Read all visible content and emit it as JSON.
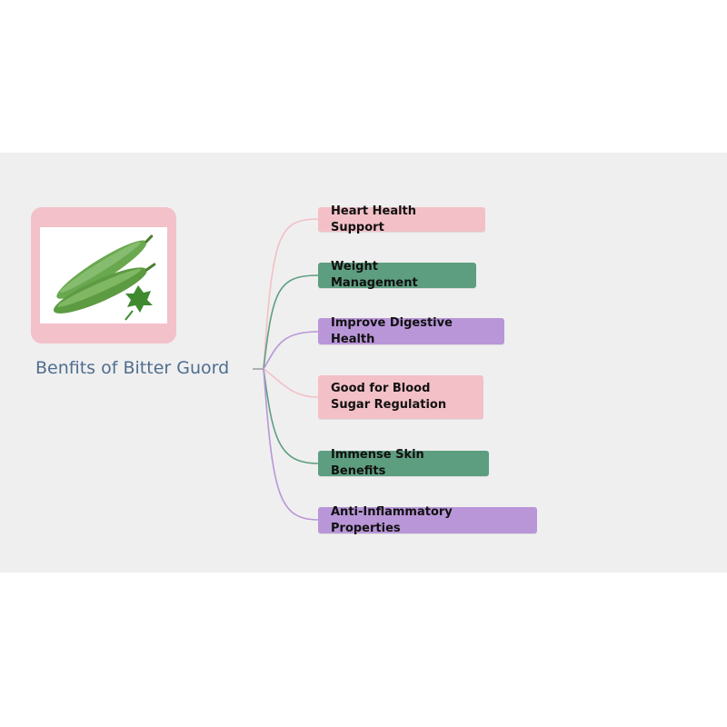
{
  "mindmap": {
    "central_topic": "Benfits of Bitter Guord",
    "image": {
      "subject": "bitter-gourd-icon"
    },
    "branches": [
      {
        "label": "Heart Health Support",
        "color": "#f3c0c7"
      },
      {
        "label": "Weight Management",
        "color": "#5e9e80"
      },
      {
        "label": "Improve Digestive Health",
        "color": "#b996d8"
      },
      {
        "label": "Good for Blood Sugar Regulation",
        "color": "#f3c0c7"
      },
      {
        "label": "Immense Skin Benefits",
        "color": "#5e9e80"
      },
      {
        "label": "Anti-Inflammatory Properties",
        "color": "#b996d8"
      }
    ],
    "colors": {
      "background": "#efefef",
      "frame": "#f3c1c9",
      "topic_text": "#4f6d8f"
    }
  }
}
